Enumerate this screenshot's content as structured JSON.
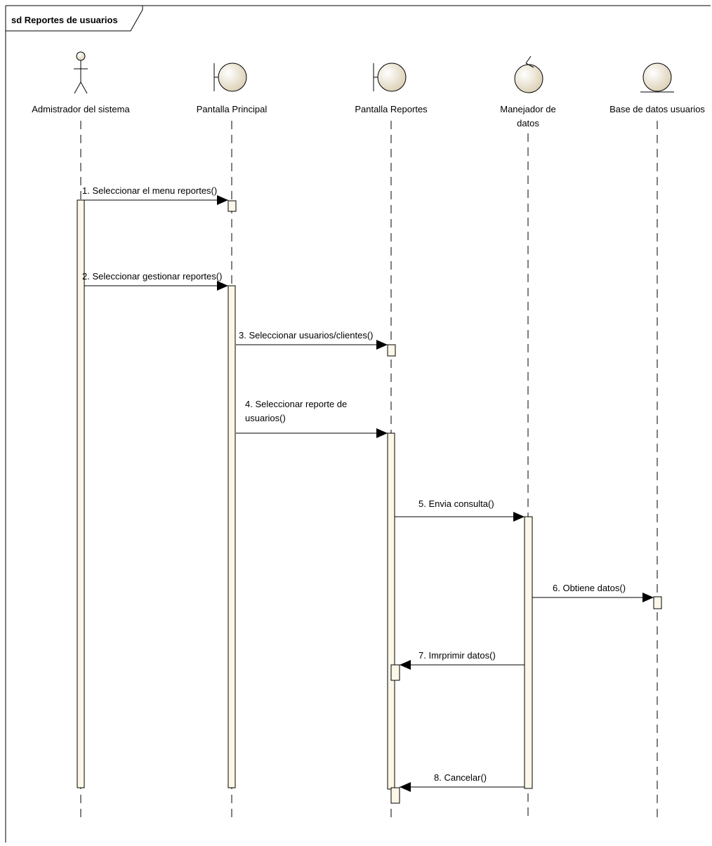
{
  "frame": {
    "title": "sd Reportes de usuarios"
  },
  "lifelines": [
    {
      "id": "admin",
      "kind": "actor",
      "label_lines": [
        "Admistrador del sistema"
      ]
    },
    {
      "id": "principal",
      "kind": "boundary",
      "label_lines": [
        "Pantalla Principal"
      ]
    },
    {
      "id": "reportes",
      "kind": "boundary",
      "label_lines": [
        "Pantalla Reportes"
      ]
    },
    {
      "id": "manejador",
      "kind": "control",
      "label_lines": [
        "Manejador de",
        "datos"
      ]
    },
    {
      "id": "bd",
      "kind": "entity",
      "label_lines": [
        "Base de datos usuarios"
      ]
    }
  ],
  "messages": [
    {
      "from": "admin",
      "to": "principal",
      "label_lines": [
        "1. Seleccionar el menu reportes()"
      ]
    },
    {
      "from": "admin",
      "to": "principal",
      "label_lines": [
        "2. Seleccionar gestionar reportes()"
      ]
    },
    {
      "from": "principal",
      "to": "reportes",
      "label_lines": [
        "3. Seleccionar usuarios/clientes()"
      ]
    },
    {
      "from": "principal",
      "to": "reportes",
      "label_lines": [
        "4. Seleccionar reporte de",
        "usuarios()"
      ]
    },
    {
      "from": "reportes",
      "to": "manejador",
      "label_lines": [
        "5. Envia consulta()"
      ]
    },
    {
      "from": "manejador",
      "to": "bd",
      "label_lines": [
        "6. Obtiene datos()"
      ]
    },
    {
      "from": "manejador",
      "to": "reportes",
      "label_lines": [
        "7. Imrprimir datos()"
      ]
    },
    {
      "from": "manejador",
      "to": "reportes",
      "label_lines": [
        "8. Cancelar()"
      ]
    }
  ],
  "colors": {
    "activation_fill": "#fdf7e8",
    "stroke": "#000000",
    "figure_fill": "#f3ecdc"
  }
}
